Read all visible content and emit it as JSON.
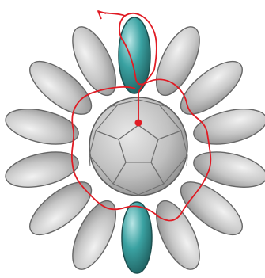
{
  "colors": {
    "background": "#ffffff",
    "gray_bead": "#bdbdbd",
    "gray_bead_edge": "#666666",
    "teal_bead": "#3a9c9c",
    "teal_bead_edge": "#1d5050",
    "center_bead": "#bcbcbc",
    "center_bead_lines": "#707070",
    "thread": "#e01b24",
    "thread_dot": "#e01b24"
  },
  "icons": {
    "thread_direction": "arrow-head-icon",
    "thread_end": "dot-icon"
  },
  "diagram": {
    "description_visible": false,
    "gray_bead_count": 12,
    "teal_bead_count": 2,
    "center_bead": "faceted-round-bead"
  }
}
